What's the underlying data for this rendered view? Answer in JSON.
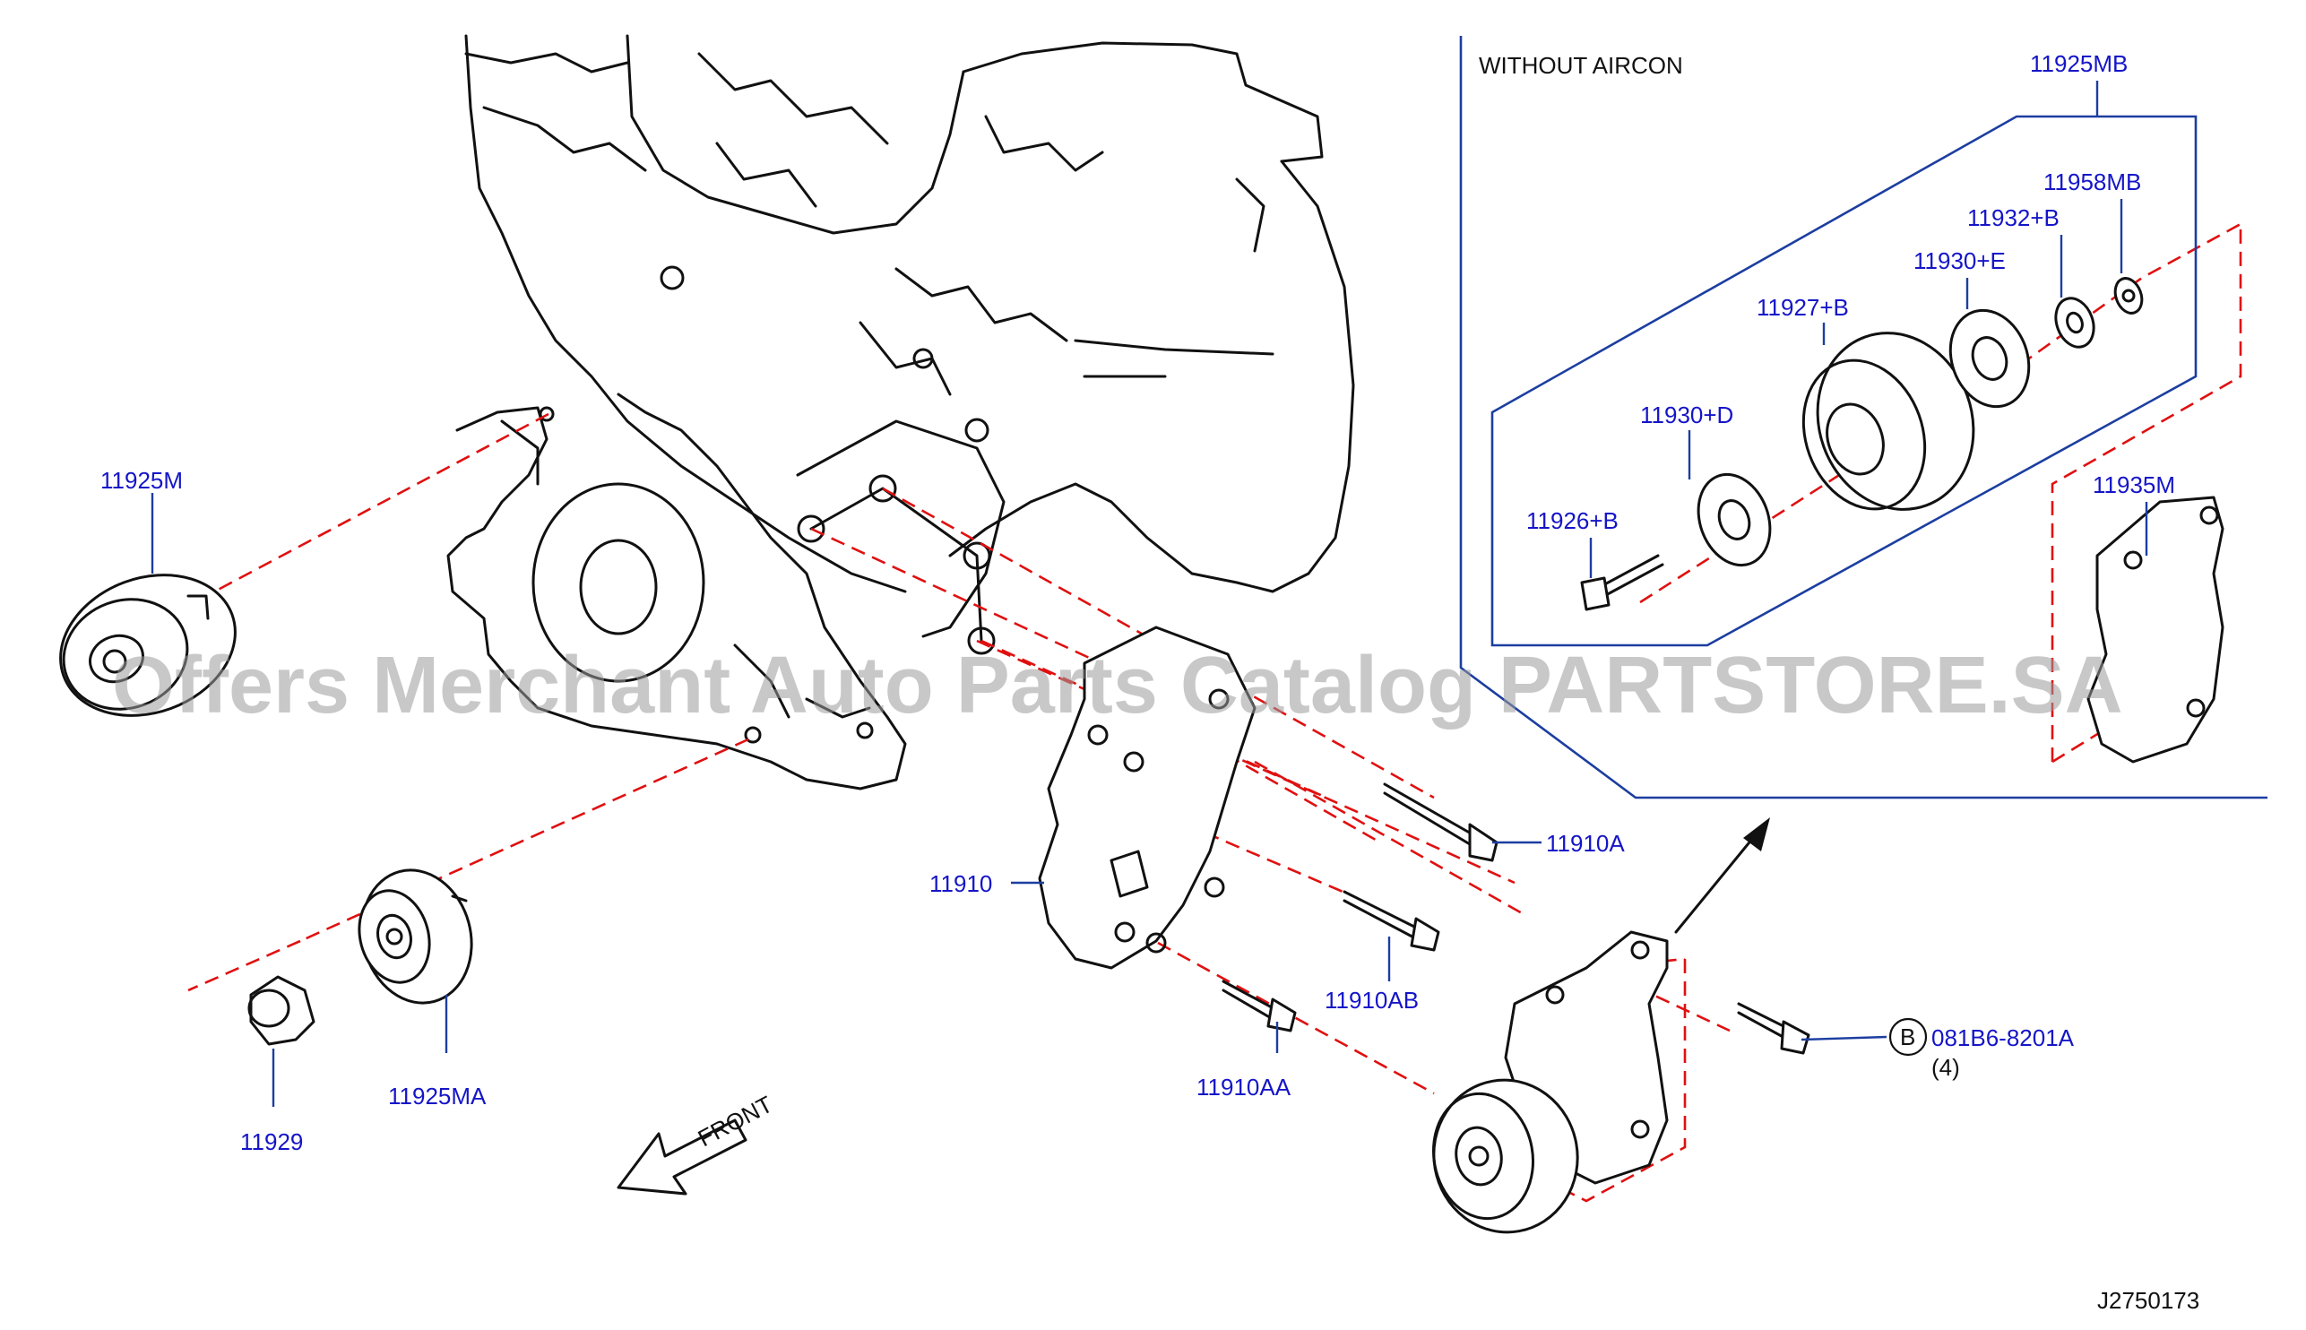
{
  "inset": {
    "title": "WITHOUT   AIRCON"
  },
  "part_labels": {
    "p11925M": "11925M",
    "p11925MA": "11925MA",
    "p11929": "11929",
    "p11910": "11910",
    "p11910A": "11910A",
    "p11910AB": "11910AB",
    "p11910AA": "11910AA",
    "p081B6": "081B6-8201A",
    "p081B6_qty": "(4)",
    "p081B6_ref": "B",
    "p11925MB": "11925MB",
    "p11958MB": "11958MB",
    "p11932B": "11932+B",
    "p11930E": "11930+E",
    "p11927B": "11927+B",
    "p11930D": "11930+D",
    "p11926B": "11926+B",
    "p11935M": "11935M"
  },
  "direction_label": "FRONT",
  "diagram_code": "J2750173",
  "watermark": "Offers Merchant Auto Parts Catalog PARTSTORE.SA",
  "colors": {
    "label": "#1515c8",
    "leader": "#1c3ea0",
    "phantom": "#e01010",
    "line": "#111111"
  }
}
